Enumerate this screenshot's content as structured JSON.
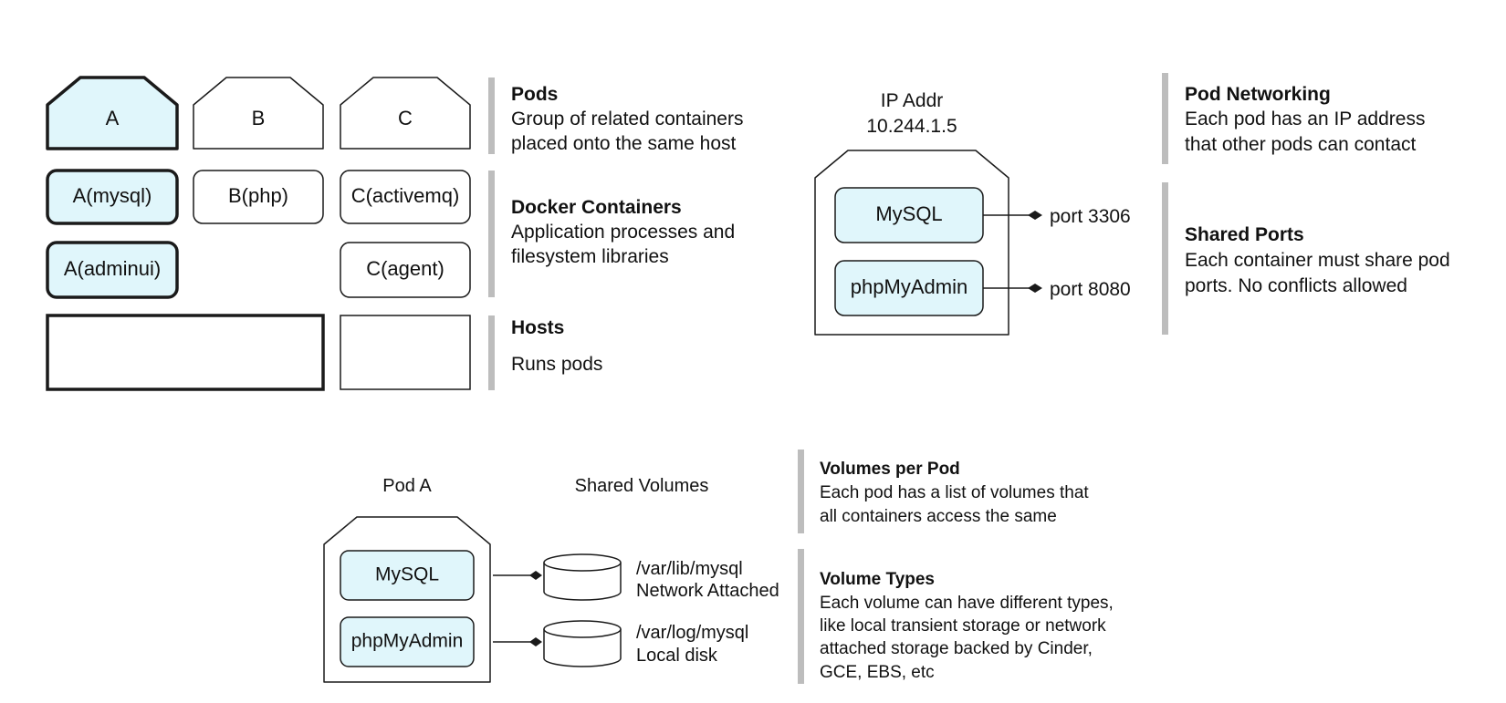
{
  "colors": {
    "highlight_fill": "#e0f6fb",
    "stroke": "#1a1a1a",
    "bar": "#bdbdbd"
  },
  "pods": {
    "a": "A",
    "b": "B",
    "c": "C"
  },
  "containers": {
    "a_mysql": "A(mysql)",
    "b_php": "B(php)",
    "c_activemq": "C(activemq)",
    "a_adminui": "A(adminui)",
    "c_agent": "C(agent)"
  },
  "descriptions": {
    "pods": {
      "title": "Pods",
      "lines": [
        "Group of related containers",
        "placed onto the same host"
      ]
    },
    "docker": {
      "title": "Docker Containers",
      "lines": [
        "Application processes and",
        "filesystem libraries"
      ]
    },
    "hosts": {
      "title": "Hosts",
      "lines": [
        "Runs pods"
      ]
    },
    "pod_networking": {
      "title": "Pod Networking",
      "lines": [
        "Each pod has an IP address",
        "that other pods can contact"
      ]
    },
    "shared_ports": {
      "title": "Shared Ports",
      "lines": [
        "Each container must share pod",
        "ports. No conflicts allowed"
      ]
    },
    "volumes_per_pod": {
      "title": "Volumes per Pod",
      "lines": [
        "Each pod has a list of volumes that",
        "all containers access the same"
      ]
    },
    "volume_types": {
      "title": "Volume Types",
      "lines": [
        "Each volume can have different types,",
        "like local transient storage or network",
        "attached storage backed by Cinder,",
        "GCE, EBS, etc"
      ]
    }
  },
  "network": {
    "ip_label": "IP Addr",
    "ip_value": "10.244.1.5",
    "mysql": "MySQL",
    "phpmyadmin": "phpMyAdmin",
    "port_mysql": "port 3306",
    "port_phpmyadmin": "port 8080"
  },
  "volumes": {
    "pod_label": "Pod A",
    "shared_label": "Shared Volumes",
    "mysql": "MySQL",
    "phpmyadmin": "phpMyAdmin",
    "vol1_path": "/var/lib/mysql",
    "vol1_type": "Network Attached",
    "vol2_path": "/var/log/mysql",
    "vol2_type": "Local disk"
  }
}
